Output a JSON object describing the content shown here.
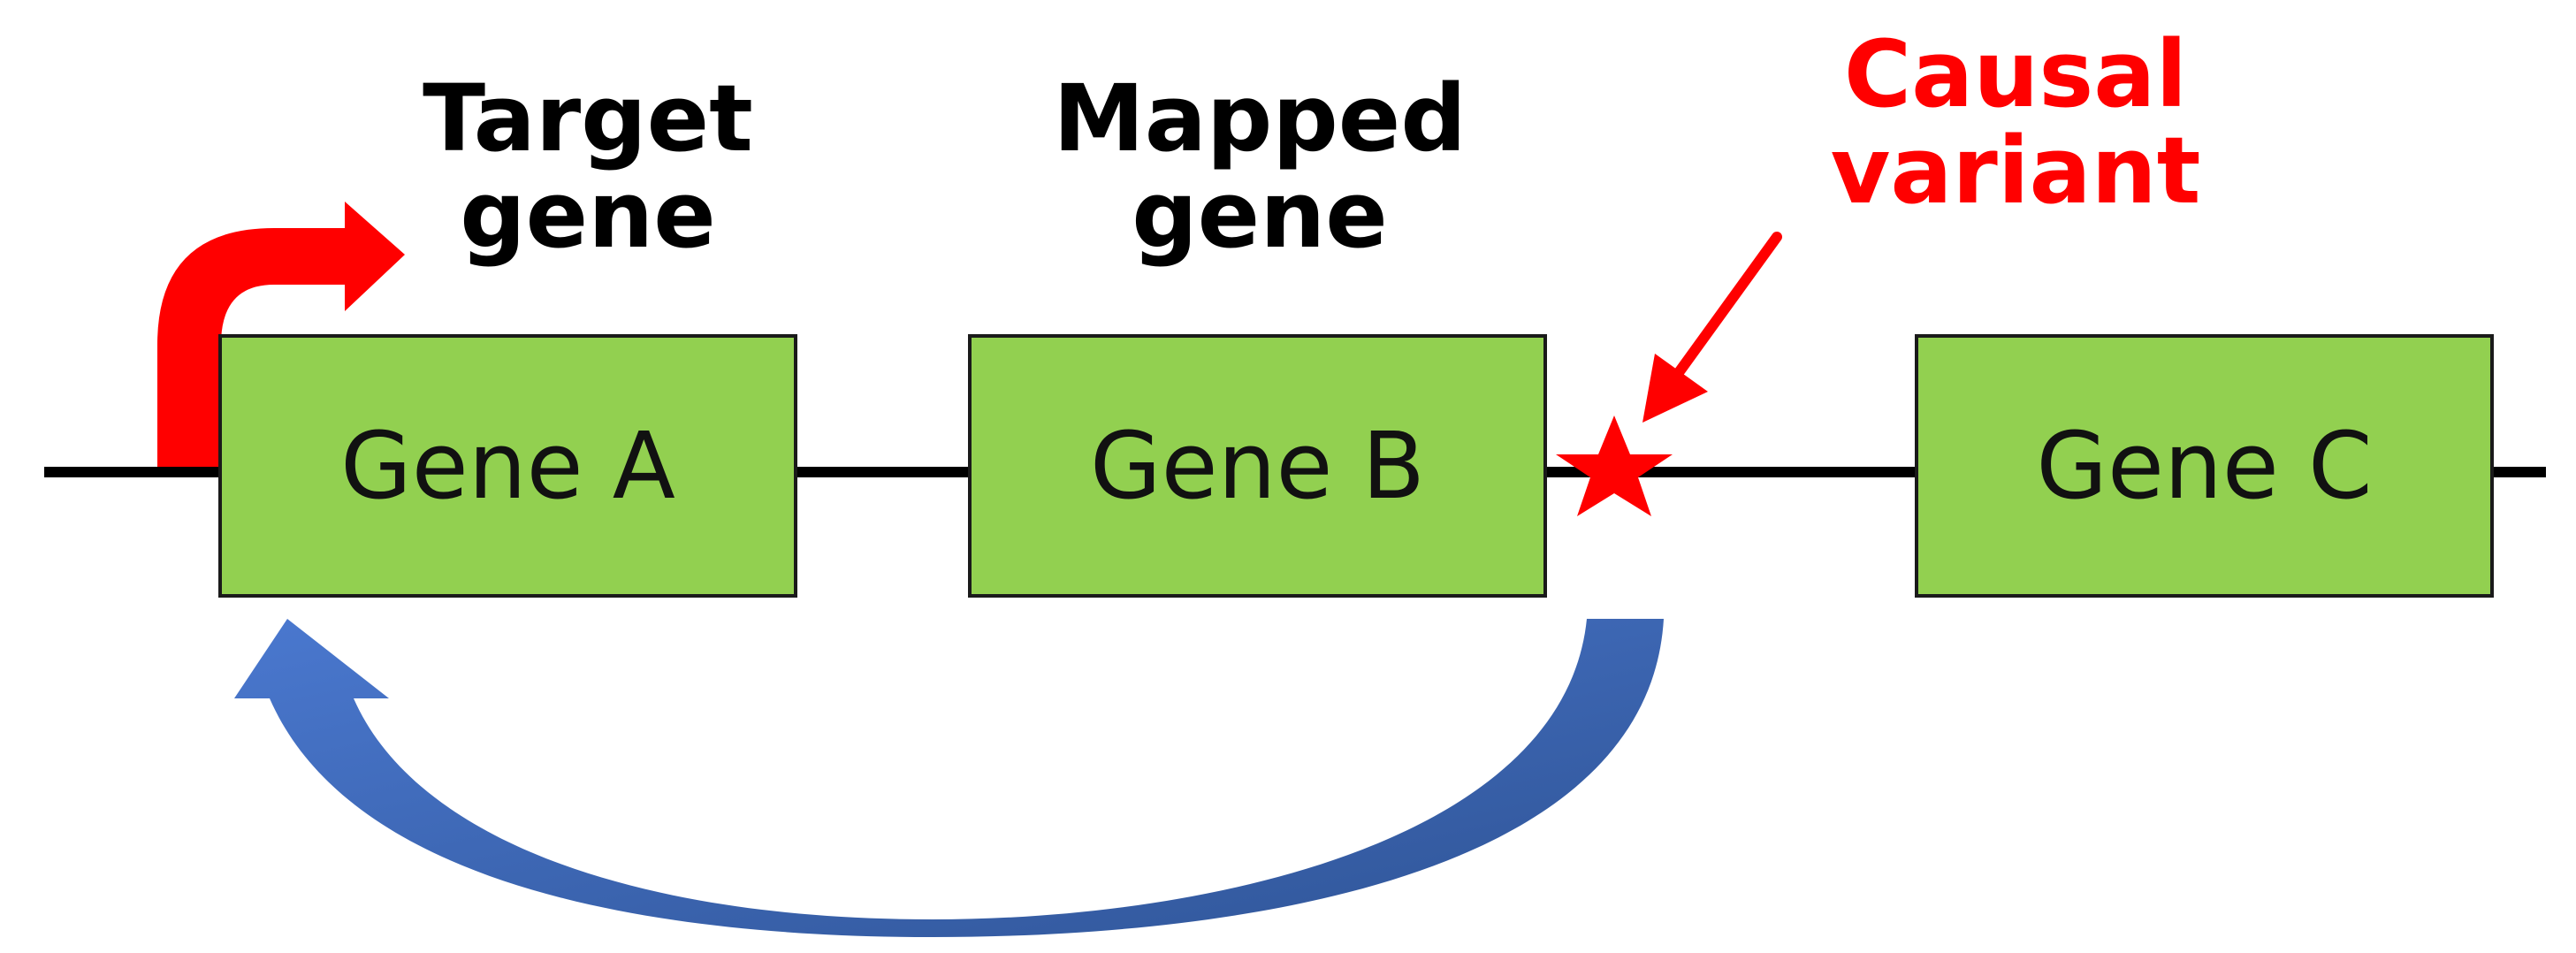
{
  "labels": {
    "target": {
      "line1": "Target",
      "line2": "gene"
    },
    "mapped": {
      "line1": "Mapped",
      "line2": "gene"
    },
    "causal": {
      "line1": "Causal",
      "line2": "variant"
    }
  },
  "genes": [
    {
      "name": "Gene A"
    },
    {
      "name": "Gene B"
    },
    {
      "name": "Gene C"
    }
  ],
  "colors": {
    "gene_fill": "#92d050",
    "causal_red": "#ff0000",
    "regulation_blue": "#3f67b5",
    "line": "#000000"
  },
  "icons": {
    "promoter_arrow": "red-bent-arrow-icon",
    "variant_marker": "star-icon",
    "pointer_arrow": "arrow-icon",
    "regulatory_arrow": "curved-arrow-icon"
  }
}
